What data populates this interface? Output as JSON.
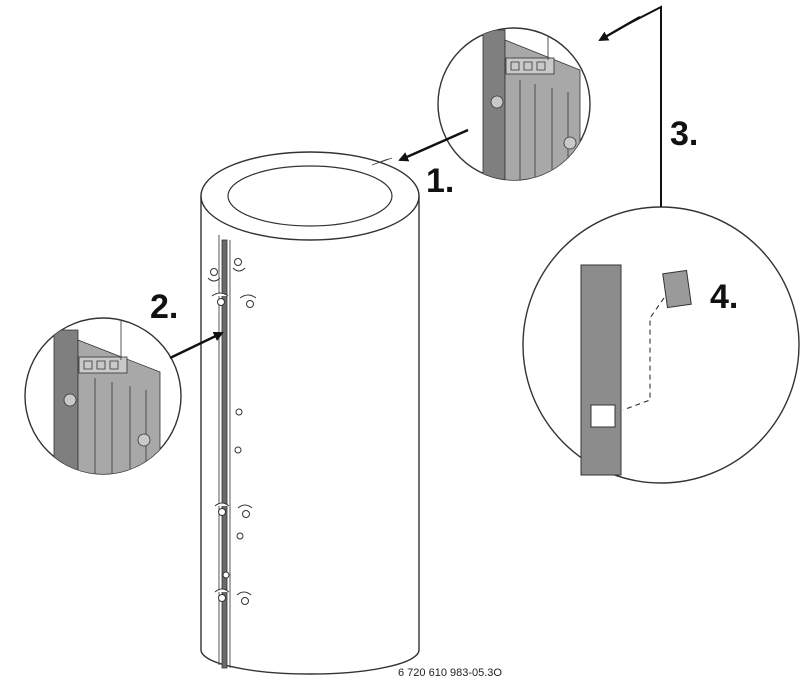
{
  "labels": {
    "step1": "1.",
    "step2": "2.",
    "step3": "3.",
    "step4": "4."
  },
  "figure_code": "6 720 610 983-05.3O",
  "colors": {
    "strip_dark": "#7f7f7f",
    "strip_mid": "#a8a8a8",
    "strip_light": "#c9c9c9",
    "outline": "#333333",
    "arrow": "#111111"
  }
}
